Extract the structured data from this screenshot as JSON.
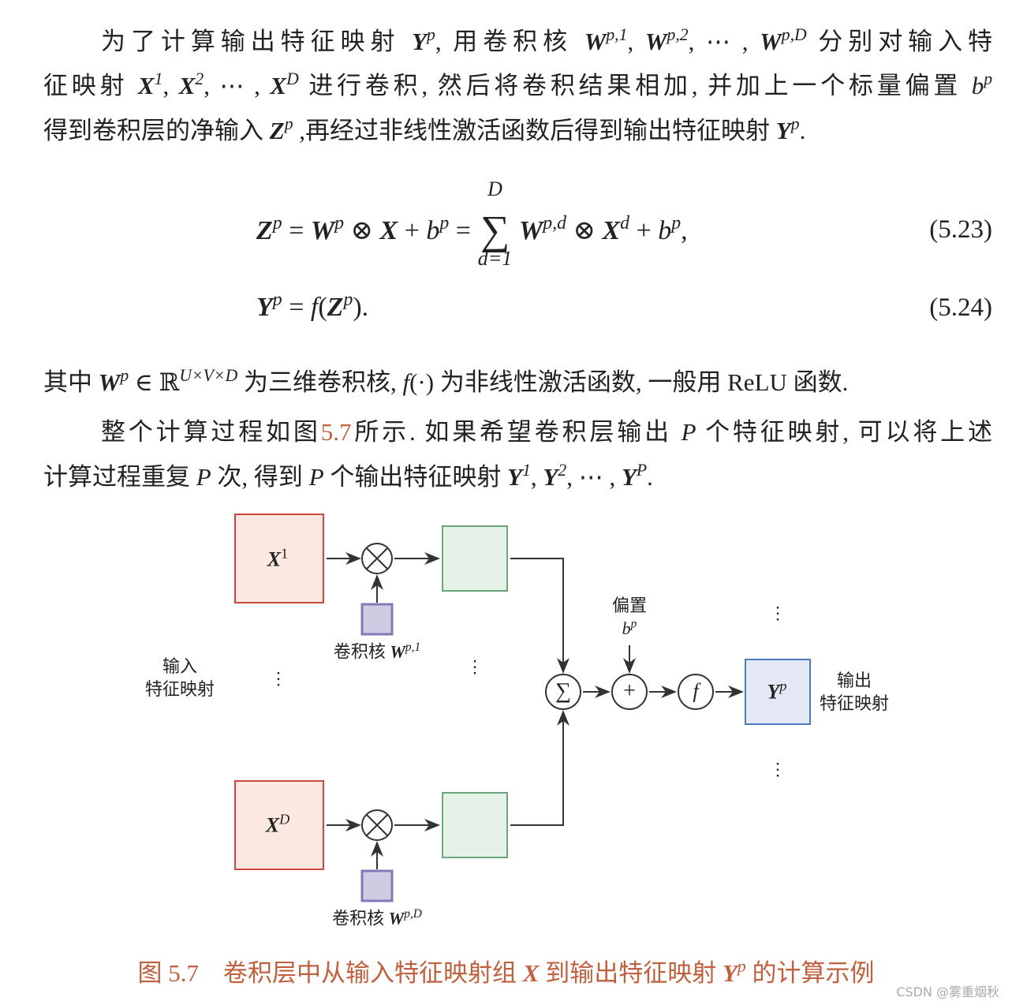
{
  "paragraph1": [
    [
      {
        "t": "为了计算输出特征映射 "
      },
      {
        "b": "Y",
        "s": "p"
      },
      {
        "t": ", 用卷积核 "
      },
      {
        "b": "W",
        "s": "p,1"
      },
      {
        "t": ", "
      },
      {
        "b": "W",
        "s": "p,2"
      },
      {
        "t": ", ⋯ , "
      },
      {
        "b": "W",
        "s": "p,D"
      },
      {
        "t": " 分别对输入特"
      }
    ],
    [
      {
        "t": "征映射 "
      },
      {
        "b": "X",
        "s": "1"
      },
      {
        "t": ", "
      },
      {
        "b": "X",
        "s": "2"
      },
      {
        "t": ", ⋯ , "
      },
      {
        "b": "X",
        "s": "D"
      },
      {
        "t": " 进行卷积, 然后将卷积结果相加, 并加上一个标量偏置 "
      },
      {
        "i": "b",
        "s": "p"
      }
    ],
    [
      {
        "t": "得到卷积层的净输入 "
      },
      {
        "b": "Z",
        "s": "p"
      },
      {
        "t": " ,再经过非线性激活函数后得到输出特征映射 "
      },
      {
        "b": "Y",
        "s": "p"
      },
      {
        "t": "."
      }
    ]
  ],
  "equations": {
    "eq1_left": [
      {
        "b": "Z",
        "s": "p"
      },
      {
        "t": " = "
      },
      {
        "b": "W",
        "s": "p"
      },
      {
        "t": " ⊗ "
      },
      {
        "b": "X"
      },
      {
        "t": " + "
      },
      {
        "i": "b",
        "s": "p"
      },
      {
        "t": " = "
      }
    ],
    "sum_symbol": "∑",
    "sum_top": "D",
    "sum_bottom": "d=1",
    "eq1_right": [
      {
        "b": "W",
        "s": "p,d"
      },
      {
        "t": " ⊗ "
      },
      {
        "b": "X",
        "s": "d"
      },
      {
        "t": " + "
      },
      {
        "i": "b",
        "s": "p"
      },
      {
        "t": ","
      }
    ],
    "eq1_number": "(5.23)",
    "eq2": [
      {
        "b": "Y",
        "s": "p"
      },
      {
        "t": " = "
      },
      {
        "i": "f"
      },
      {
        "t": "("
      },
      {
        "b": "Z",
        "s": "p"
      },
      {
        "t": ")."
      }
    ],
    "eq2_number": "(5.24)"
  },
  "paragraph2": [
    [
      {
        "t": "其中 "
      },
      {
        "b": "W",
        "s": "p"
      },
      {
        "t": " ∈ ℝ"
      },
      {
        "sup": "U×V×D"
      },
      {
        "t": " 为三维卷积核, "
      },
      {
        "i": "f"
      },
      {
        "t": "(·) 为非线性激活函数, 一般用 ReLU 函数."
      }
    ]
  ],
  "paragraph3": [
    [
      {
        "t": "整个计算过程如图"
      },
      {
        "link": "5.7"
      },
      {
        "t": "所示. 如果希望卷积层输出 "
      },
      {
        "i": "P"
      },
      {
        "t": " 个特征映射, 可以将上述"
      }
    ],
    [
      {
        "t": "计算过程重复 "
      },
      {
        "i": "P"
      },
      {
        "t": " 次, 得到 "
      },
      {
        "i": "P"
      },
      {
        "t": " 个输出特征映射 "
      },
      {
        "b": "Y",
        "s": "1"
      },
      {
        "t": ", "
      },
      {
        "b": "Y",
        "s": "2"
      },
      {
        "t": ", ⋯ , "
      },
      {
        "b": "Y",
        "s": "P"
      },
      {
        "t": "."
      }
    ]
  ],
  "figure": {
    "input_x1": "X",
    "input_x1_sup": "1",
    "input_xd": "X",
    "input_xd_sup": "D",
    "kernel_label_1": "卷积核 ",
    "kernel_w1": "W",
    "kernel_w1_sup": "p,1",
    "kernel_label_d": "卷积核 ",
    "kernel_wd": "W",
    "kernel_wd_sup": "p,D",
    "input_label_line1": "输入",
    "input_label_line2": "特征映射",
    "bias_label": "偏置",
    "bias_symbol": "b",
    "bias_sup": "p",
    "output_y": "Y",
    "output_y_sup": "p",
    "output_label_line1": "输出",
    "output_label_line2": "特征映射",
    "sum_op": "∑",
    "plus_op": "+",
    "f_op": "f",
    "otimes_op": "⊗",
    "ellipsis": "⋮",
    "colors": {
      "input": "#fbe9e1",
      "input_border": "#c9473f",
      "conv": "#e6f1e8",
      "conv_border": "#6aa67b",
      "kernel": "#cfcbe3",
      "kernel_border": "#8478b8",
      "output": "#e3e8f4",
      "output_border": "#4a7bbd"
    }
  },
  "caption": {
    "prefix": "图 5.7",
    "text1": "　卷积层中从输入特征映射组 ",
    "x": "X",
    "text2": " 到输出特征映射 ",
    "y": "Y",
    "y_sup": "p",
    "text3": " 的计算示例"
  },
  "watermark": "CSDN @雾重烟秋"
}
